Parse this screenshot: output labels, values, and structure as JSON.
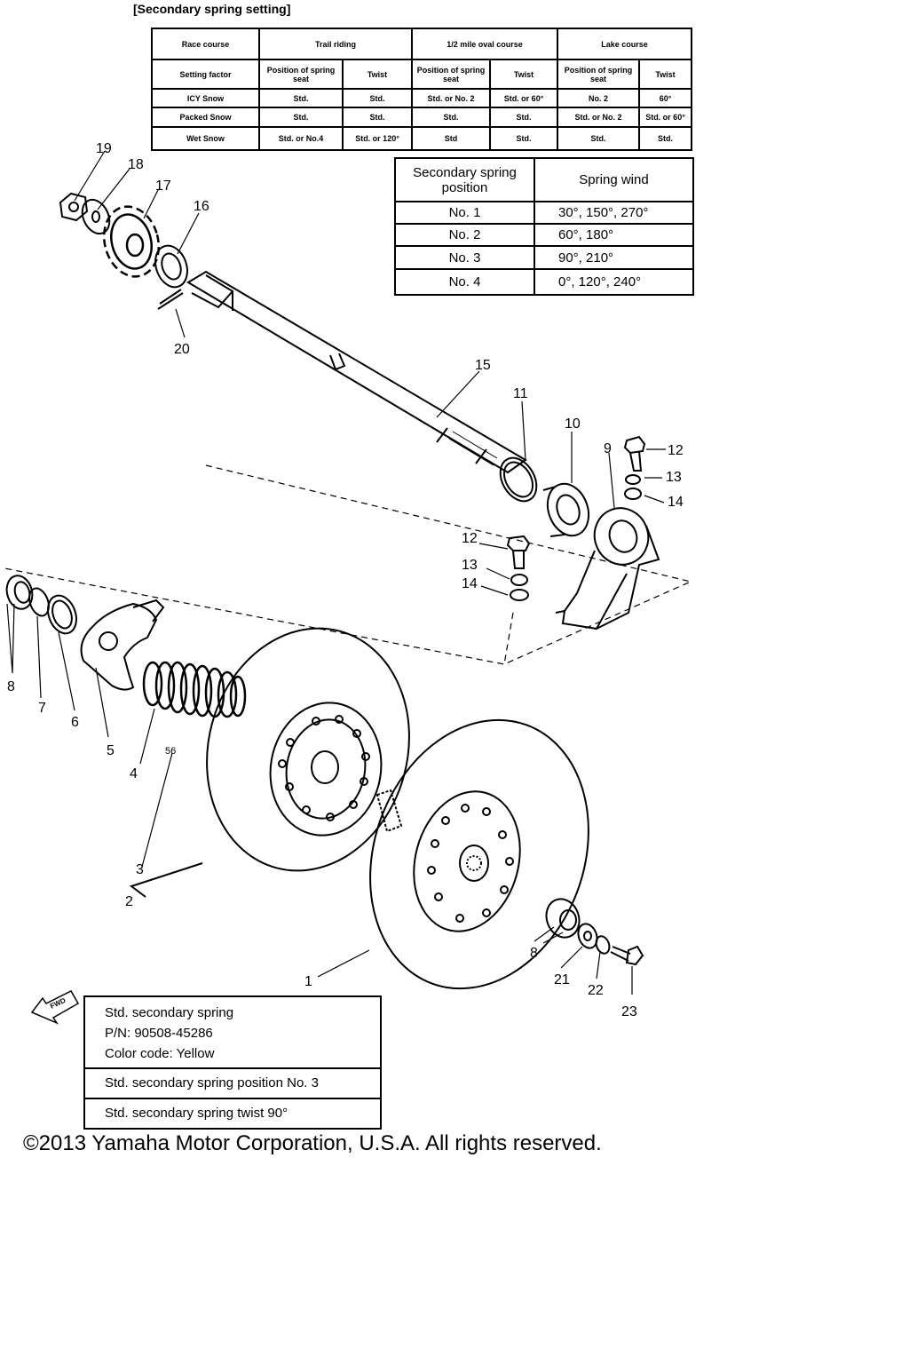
{
  "heading": "[Secondary spring setting]",
  "setting_table": {
    "col_header": "Race course",
    "courses": [
      "Trail riding",
      "1/2 mile oval course",
      "Lake course"
    ],
    "row_header": "Setting factor",
    "sub": {
      "position": "Position of spring seat",
      "twist": "Twist"
    },
    "rows": [
      {
        "label": "ICY Snow",
        "cells": [
          "Std.",
          "Std.",
          "Std. or No. 2",
          "Std. or 60°",
          "No. 2",
          "60°"
        ]
      },
      {
        "label": "Packed Snow",
        "cells": [
          "Std.",
          "Std.",
          "Std.",
          "Std.",
          "Std. or No. 2",
          "Std. or 60°"
        ]
      },
      {
        "label": "Wet Snow",
        "cells": [
          "Std. or No.4",
          "Std. or 120°",
          "Std",
          "Std.",
          "Std.",
          "Std."
        ]
      }
    ]
  },
  "wind_table": {
    "headers": [
      "Secondary spring position",
      "Spring wind"
    ],
    "rows": [
      {
        "pos": "No. 1",
        "wind": "30°, 150°, 270°"
      },
      {
        "pos": "No. 2",
        "wind": "60°, 180°"
      },
      {
        "pos": "No. 3",
        "wind": "90°, 210°"
      },
      {
        "pos": "No. 4",
        "wind": "0°, 120°, 240°"
      }
    ]
  },
  "fwd_label": "FWD",
  "note": {
    "line1": "Std. secondary spring",
    "line2": "P/N: 90508-45286",
    "line3": "Color code:  Yellow",
    "line4": "Std. secondary spring position No. 3",
    "line5": "Std. secondary spring twist 90°"
  },
  "diagram": {
    "callouts": [
      "1",
      "2",
      "3",
      "4",
      "5",
      "6",
      "7",
      "8",
      "8",
      "9",
      "10",
      "11",
      "12",
      "13",
      "14",
      "12",
      "13",
      "14",
      "15",
      "16",
      "17",
      "18",
      "19",
      "20",
      "21",
      "22",
      "23"
    ],
    "marking": "56"
  },
  "copyright": "©2013 Yamaha Motor Corporation, U.S.A. All rights reserved."
}
